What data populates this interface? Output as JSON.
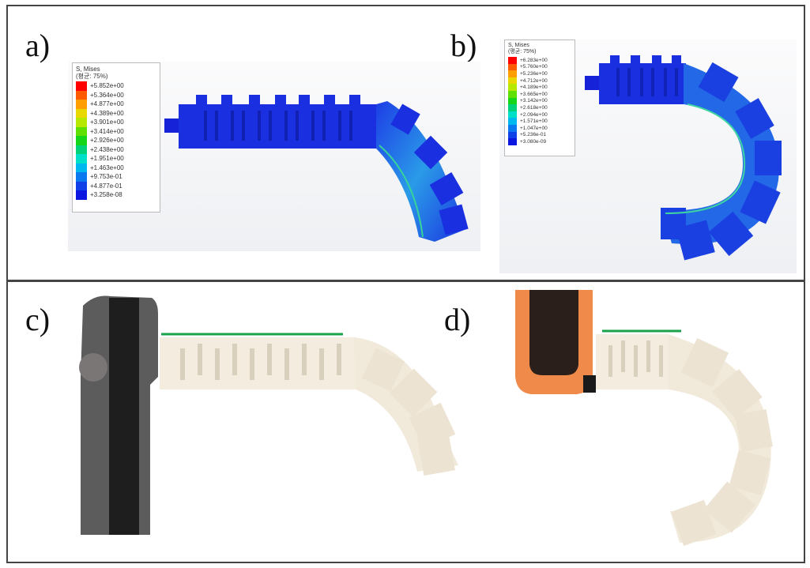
{
  "figure": {
    "panels": [
      {
        "id": "a",
        "label": "a)",
        "type": "fea-simulation"
      },
      {
        "id": "b",
        "label": "b)",
        "type": "fea-simulation"
      },
      {
        "id": "c",
        "label": "c)",
        "type": "photo"
      },
      {
        "id": "d",
        "label": "d)",
        "type": "photo"
      }
    ]
  },
  "legend_a": {
    "title_line1": "S, Mises",
    "title_line2": "(평균: 75%)",
    "values": [
      "+5.852e+00",
      "+5.364e+00",
      "+4.877e+00",
      "+4.389e+00",
      "+3.901e+00",
      "+3.414e+00",
      "+2.926e+00",
      "+2.438e+00",
      "+1.951e+00",
      "+1.463e+00",
      "+9.753e-01",
      "+4.877e-01",
      "+3.258e-08"
    ]
  },
  "legend_b": {
    "title_line1": "S, Mises",
    "title_line2": "(평균: 75%)",
    "values": [
      "+6.283e+00",
      "+5.760e+00",
      "+5.236e+00",
      "+4.712e+00",
      "+4.189e+00",
      "+3.665e+00",
      "+3.142e+00",
      "+2.618e+00",
      "+2.094e+00",
      "+1.571e+00",
      "+1.047e+00",
      "+5.236e-01",
      "+3.080e-09"
    ]
  },
  "colormap": [
    "#ff0000",
    "#ff5a00",
    "#ff9e00",
    "#e8d800",
    "#b6e800",
    "#5fe000",
    "#16d61a",
    "#00d27a",
    "#00e0c8",
    "#00b8f0",
    "#0a78ee",
    "#1040e8",
    "#0b16e0"
  ],
  "colors": {
    "structure_low_stress": "#1a2fe0",
    "structure_mid_stress": "#2fb0e8",
    "printed_part": "#f3ecdf",
    "reference_line": "#1aa34a",
    "clamp_gray": "#5a5a5a",
    "clamp_orange": "#f08a4b"
  }
}
